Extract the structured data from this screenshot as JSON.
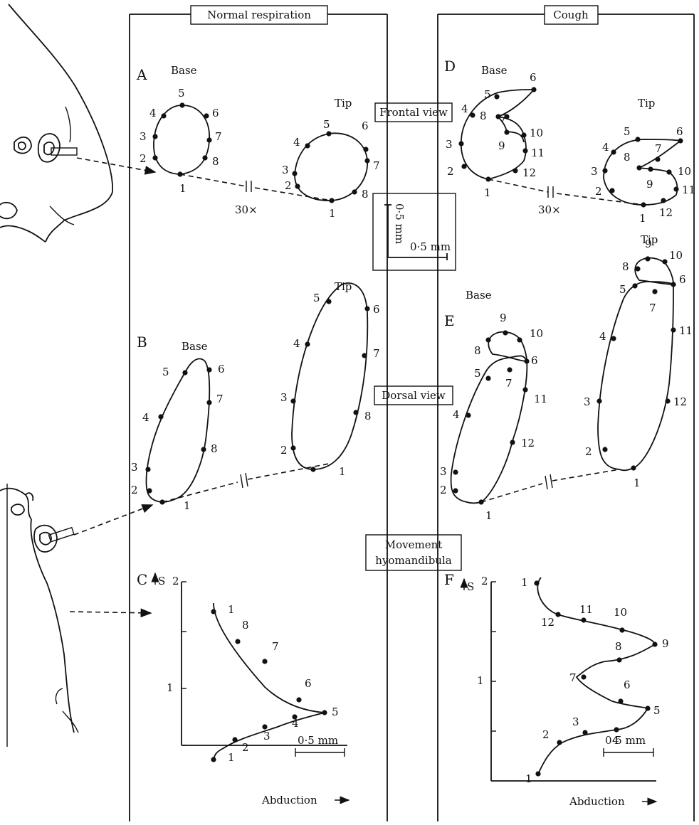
{
  "headers": {
    "left": "Normal respiration",
    "right": "Cough"
  },
  "center_labels": {
    "frontal": "Frontal view",
    "dorsal": "Dorsal view",
    "movement_1": "Movement",
    "movement_2": "hyomandibula"
  },
  "scale_box": {
    "vertical": "0·5 mm",
    "horizontal": "0·5 mm"
  },
  "panels": {
    "A": {
      "letter": "A",
      "base": "Base",
      "tip": "Tip",
      "scale": "30×"
    },
    "B": {
      "letter": "B",
      "base": "Base",
      "tip": "Tip"
    },
    "C": {
      "letter": "C",
      "axis_y": "S",
      "y_ticks": [
        "2",
        "1"
      ],
      "scale": "0·5 mm",
      "xlabel": "Abduction"
    },
    "D": {
      "letter": "D",
      "base": "Base",
      "tip": "Tip",
      "scale": "30×"
    },
    "E": {
      "letter": "E",
      "base": "Base",
      "tip": "Tip"
    },
    "F": {
      "letter": "F",
      "axis_y": "S",
      "y_ticks": [
        "2",
        "1"
      ],
      "scale": "0·5 mm",
      "xlabel": "Abduction"
    }
  },
  "numbers_normal": [
    "1",
    "2",
    "3",
    "4",
    "5",
    "6",
    "7",
    "8"
  ],
  "numbers_cough": [
    "1",
    "2",
    "3",
    "4",
    "5",
    "6",
    "7",
    "8",
    "9",
    "10",
    "11",
    "12"
  ]
}
